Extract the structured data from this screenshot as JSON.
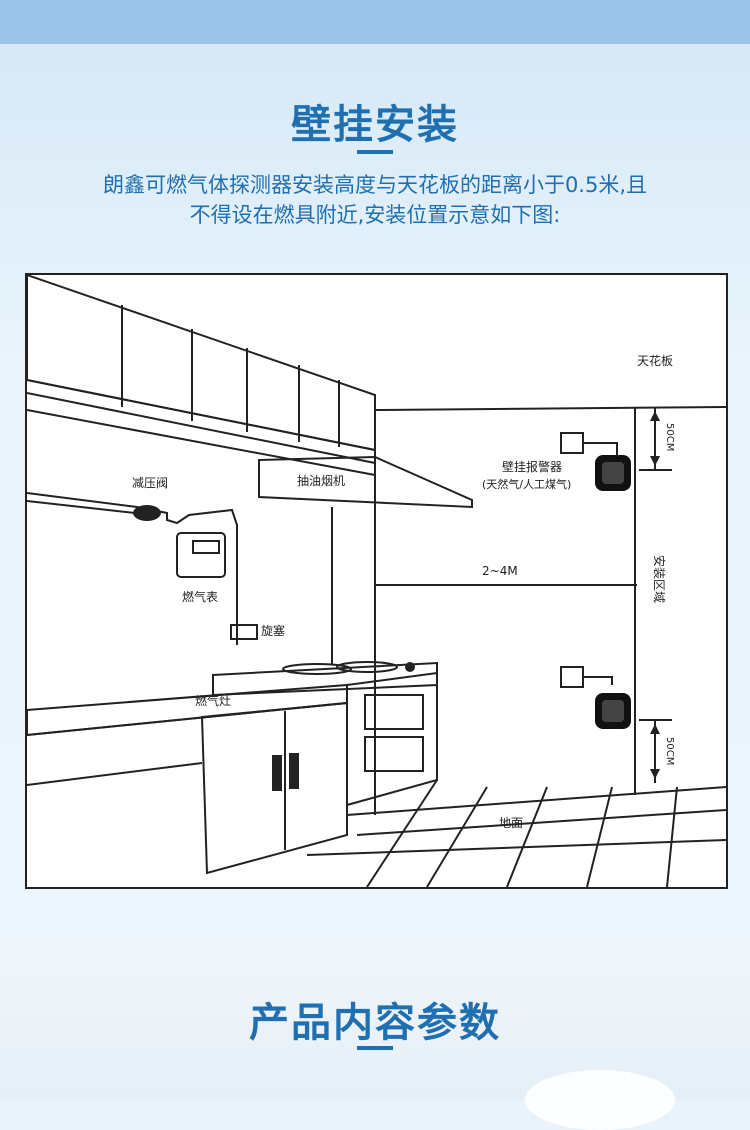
{
  "header": {
    "title": "壁挂安装",
    "description_line1": "朗鑫可燃气体探测器安装高度与天花板的距离小于0.5米,且",
    "description_line2": "不得设在燃具附近,安装位置示意如下图:"
  },
  "diagram": {
    "labels": {
      "ceiling": "天花板",
      "range_hood": "抽油烟机",
      "pressure_valve": "减压阀",
      "gas_meter": "燃气表",
      "plug_valve": "旋塞",
      "gas_stove": "燃气灶",
      "detector_line1": "壁挂报警器",
      "detector_line2": "(天然气/人工煤气)",
      "height_range": "2~4M",
      "install_zone": "安装区域",
      "top_gap": "50CM",
      "bottom_gap": "50CM",
      "floor": "地面"
    }
  },
  "next_section": {
    "title": "产品内容参数"
  },
  "colors": {
    "accent": "#1f6fb1",
    "top_bar": "#9cc3e8",
    "line": "#222222"
  }
}
